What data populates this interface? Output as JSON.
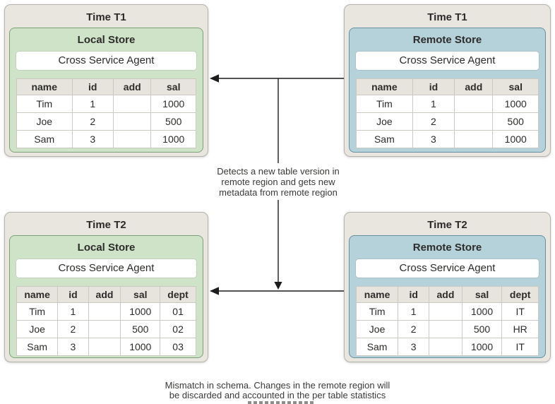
{
  "panels": [
    {
      "time_label": "Time T1",
      "store_label": "Local Store",
      "agent_label": "Cross Service Agent",
      "variant": "local",
      "table": {
        "headers": [
          "name",
          "id",
          "add",
          "sal"
        ],
        "rows": [
          [
            "Tim",
            "1",
            "",
            "1000"
          ],
          [
            "Joe",
            "2",
            "",
            "500"
          ],
          [
            "Sam",
            "3",
            "",
            "1000"
          ]
        ]
      }
    },
    {
      "time_label": "Time T1",
      "store_label": "Remote Store",
      "agent_label": "Cross Service Agent",
      "variant": "remote",
      "table": {
        "headers": [
          "name",
          "id",
          "add",
          "sal"
        ],
        "rows": [
          [
            "Tim",
            "1",
            "",
            "1000"
          ],
          [
            "Joe",
            "2",
            "",
            "500"
          ],
          [
            "Sam",
            "3",
            "",
            "1000"
          ]
        ]
      }
    },
    {
      "time_label": "Time T2",
      "store_label": "Local Store",
      "agent_label": "Cross Service Agent",
      "variant": "local",
      "table": {
        "headers": [
          "name",
          "id",
          "add",
          "sal",
          "dept"
        ],
        "rows": [
          [
            "Tim",
            "1",
            "",
            "1000",
            "01"
          ],
          [
            "Joe",
            "2",
            "",
            "500",
            "02"
          ],
          [
            "Sam",
            "3",
            "",
            "1000",
            "03"
          ]
        ]
      }
    },
    {
      "time_label": "Time T2",
      "store_label": "Remote Store",
      "agent_label": "Cross Service Agent",
      "variant": "remote",
      "table": {
        "headers": [
          "name",
          "id",
          "add",
          "sal",
          "dept"
        ],
        "rows": [
          [
            "Tim",
            "1",
            "",
            "1000",
            "IT"
          ],
          [
            "Joe",
            "2",
            "",
            "500",
            "HR"
          ],
          [
            "Sam",
            "3",
            "",
            "1000",
            "IT"
          ]
        ]
      }
    }
  ],
  "annotations": {
    "middle_note": {
      "line1": "Detects a new table version in",
      "line2": "remote region and gets new",
      "line3": "metadata from remote region"
    },
    "caption": {
      "line1": "Mismatch in schema. Changes in the remote region will",
      "line2": "be discarded and accounted in the per table statistics"
    }
  },
  "colors": {
    "panel-bg": "#e9e6e0",
    "panel-border": "#b6b3ac",
    "green-fill": "#cfe3c9",
    "green-border": "#7da177",
    "blue-fill": "#b5d2db",
    "blue-border": "#64909f",
    "table-header-bg": "#e7e4de",
    "line-color": "#1c1c1c"
  }
}
